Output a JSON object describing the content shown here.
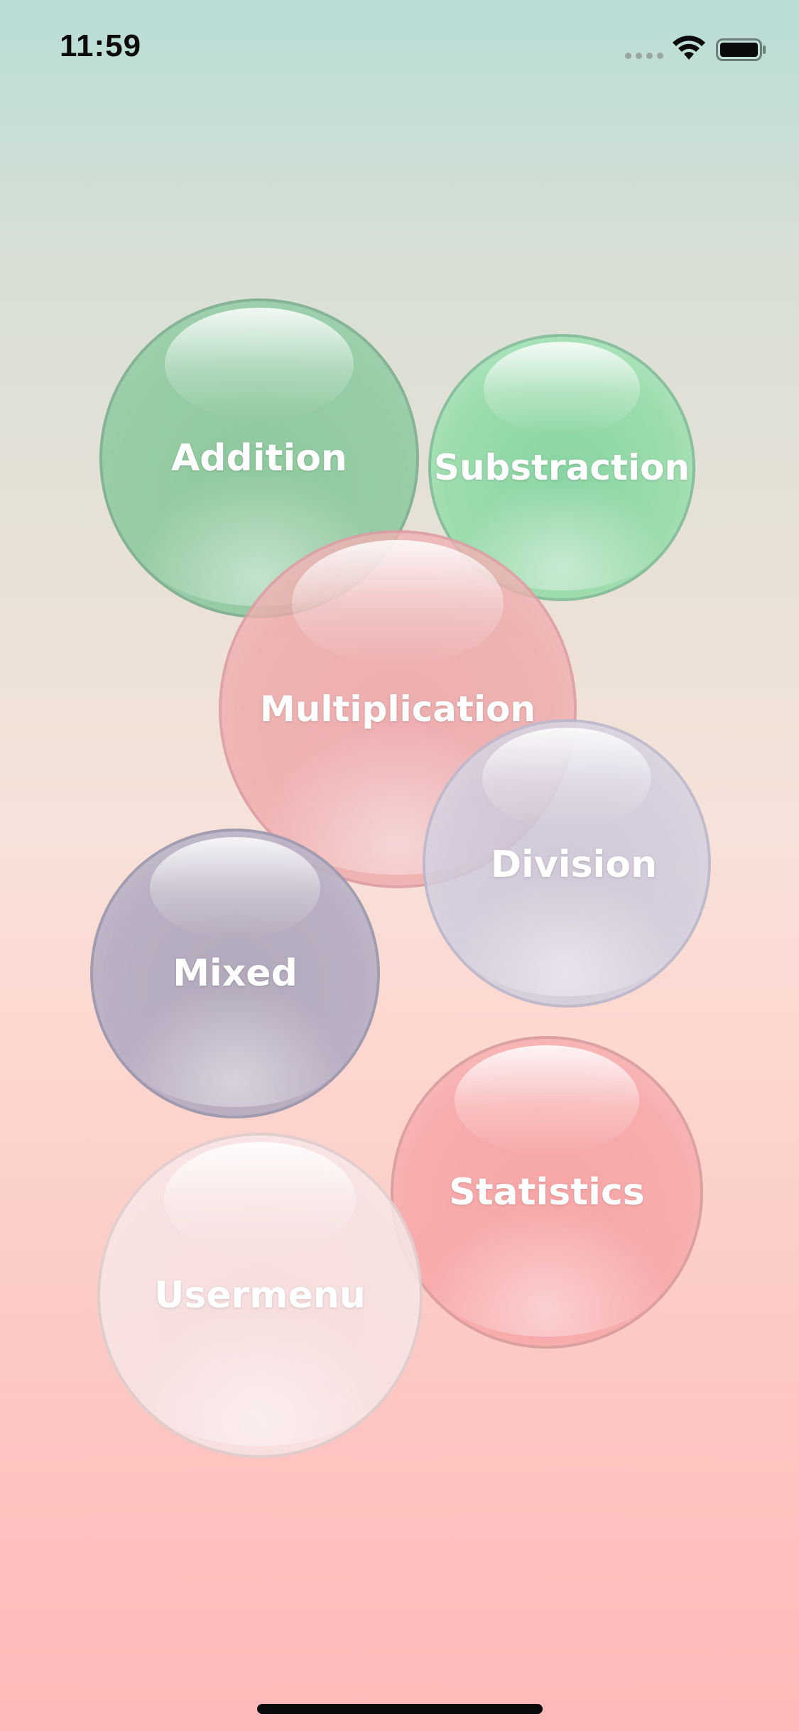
{
  "status_bar": {
    "time": "11:59"
  },
  "menu": {
    "items": [
      {
        "id": "addition",
        "label": "Addition"
      },
      {
        "id": "subtraction",
        "label": "Substraction"
      },
      {
        "id": "multiplication",
        "label": "Multiplication"
      },
      {
        "id": "division",
        "label": "Division"
      },
      {
        "id": "mixed",
        "label": "Mixed"
      },
      {
        "id": "statistics",
        "label": "Statistics"
      },
      {
        "id": "usermenu",
        "label": "Usermenu"
      }
    ]
  },
  "colors": {
    "background_top": "#b8ddd6",
    "background_bottom": "#ffb8b9",
    "addition": "#88c89c",
    "subtraction": "#96dcaa",
    "multiplication": "#eea8aa",
    "division": "#d0ccde",
    "mixed": "#b2aac0",
    "statistics": "#f7a8aa",
    "usermenu": "#f6e4e4"
  },
  "icons": {
    "signal": "cellular-signal-icon",
    "wifi": "wifi-icon",
    "battery": "battery-icon"
  }
}
